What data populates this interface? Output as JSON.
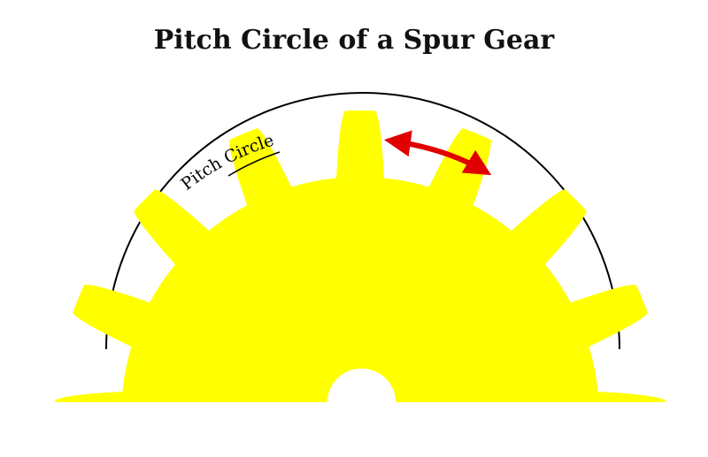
{
  "title": "Pitch Circle of a Spur Gear",
  "labels": {
    "pitch_circle": "Pitch Circle"
  },
  "colors": {
    "gear_fill": "#ffff00",
    "pitch_circle_stroke": "#000000",
    "arrow": "#e00000",
    "background": "#ffffff"
  },
  "gear": {
    "teeth_shown": 9,
    "view": "half gear"
  }
}
